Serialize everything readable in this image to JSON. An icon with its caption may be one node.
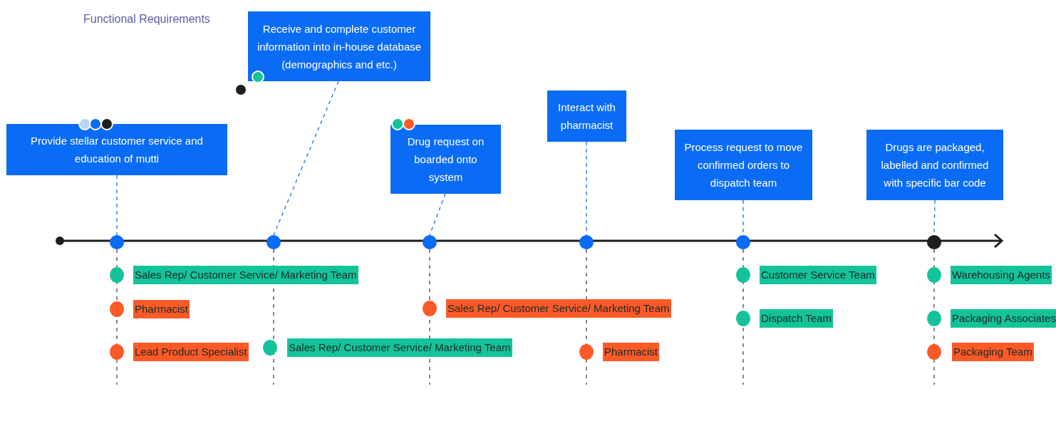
{
  "diagram": {
    "title": "Functional Requirements",
    "nodes": [
      {
        "text": [
          "Provide stellar customer service and education of mutti"
        ]
      },
      {
        "text": [
          "Receive and complete customer information into in-house database (demographics and etc.)"
        ]
      },
      {
        "text": [
          "Drug request on boarded onto system"
        ]
      },
      {
        "text": [
          "Interact with pharmacist"
        ]
      },
      {
        "text": [
          "Process request to move confirmed orders to dispatch team"
        ]
      },
      {
        "text": [
          "Drugs are packaged, labelled and confirmed with specific bar code"
        ]
      },
      {
        "text": [],
        "shape": "circle"
      },
      {
        "text": [],
        "shape": "circle"
      },
      {
        "text": [],
        "shape": "circle"
      },
      {
        "text": [],
        "shape": "circle"
      },
      {
        "text": [],
        "shape": "circle"
      },
      {
        "text": [],
        "shape": "circle"
      },
      {
        "text": [
          "Sales Rep/ Customer Service/ Marketing Team"
        ]
      },
      {
        "text": [
          "Pharmacist"
        ]
      },
      {
        "text": [
          "Lead Product Specialist"
        ]
      },
      {
        "text": [
          "Sales Rep/ Customer Service/ Marketing Team"
        ]
      },
      {
        "text": [
          "Sales Rep/ Customer Service/ Marketing Team"
        ]
      },
      {
        "text": [
          "Pharmacist"
        ]
      },
      {
        "text": [
          "Customer Service Team"
        ]
      },
      {
        "text": [
          "Dispatch Team"
        ]
      },
      {
        "text": [
          "Warehousing Agents"
        ]
      },
      {
        "text": [
          "Packaging Associates"
        ]
      },
      {
        "text": [
          "Packaging Team"
        ]
      }
    ],
    "edges": [
      {
        "from": 0,
        "to": 6,
        "arrow": "none",
        "style": "dashed"
      },
      {
        "from": 1,
        "to": 7,
        "arrow": "none",
        "style": "dashed"
      },
      {
        "from": 2,
        "to": 8,
        "arrow": "none",
        "style": "dashed"
      },
      {
        "from": 3,
        "to": 9,
        "arrow": "none",
        "style": "dashed"
      },
      {
        "from": 4,
        "to": 10,
        "arrow": "none",
        "style": "dashed"
      },
      {
        "from": 5,
        "to": 11,
        "arrow": "none",
        "style": "dashed"
      }
    ]
  }
}
